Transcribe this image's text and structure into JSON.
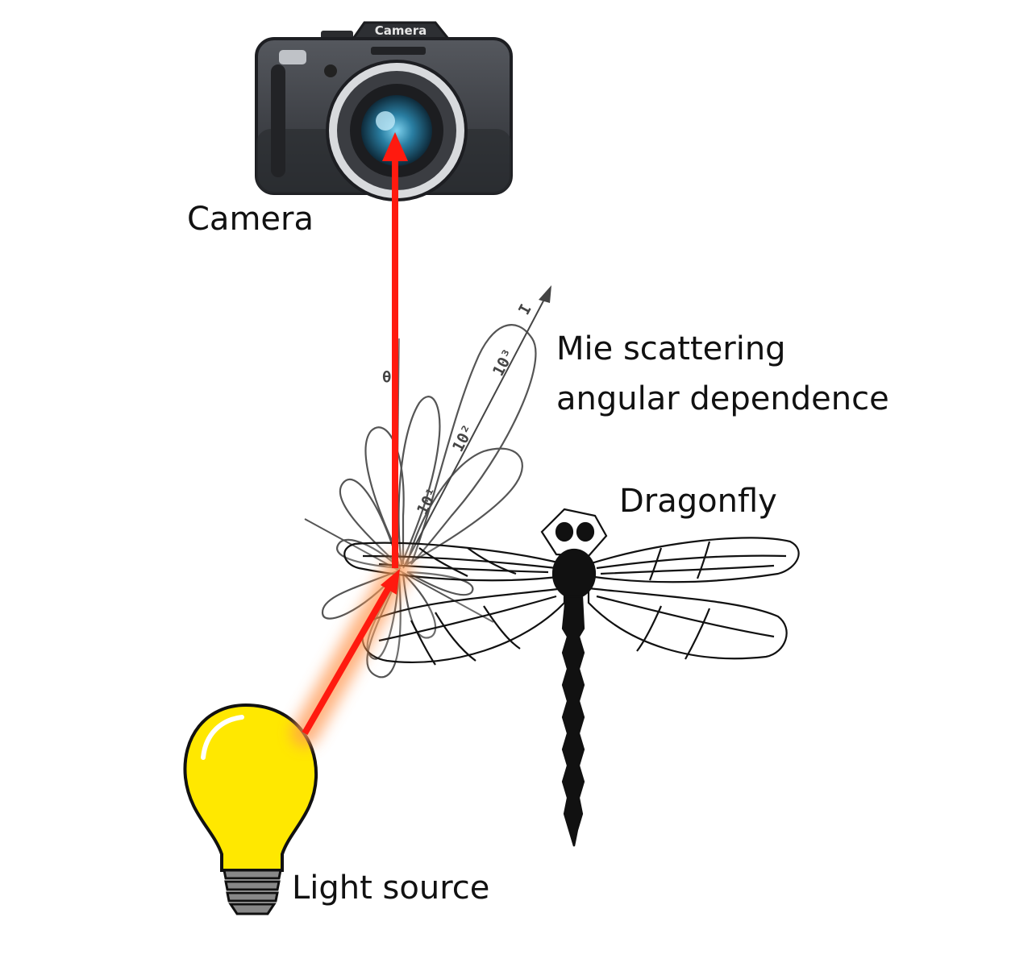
{
  "labels": {
    "camera": "Camera",
    "camera_body_text": "Camera",
    "mie_line1": "Mie scattering",
    "mie_line2": "angular dependence",
    "dragonfly": "Dragonfly",
    "light_source": "Light source"
  },
  "polar_plot": {
    "tick_labels": [
      "10¹",
      "10²",
      "10³"
    ],
    "axis_label": "I",
    "angle_label": "θ"
  },
  "colors": {
    "ray": "#ff1a0f",
    "ray_glow": "#ff9a55",
    "bulb": "#ffe800",
    "camera_body": "#3b3d42",
    "lens": "#1f6a8a"
  }
}
